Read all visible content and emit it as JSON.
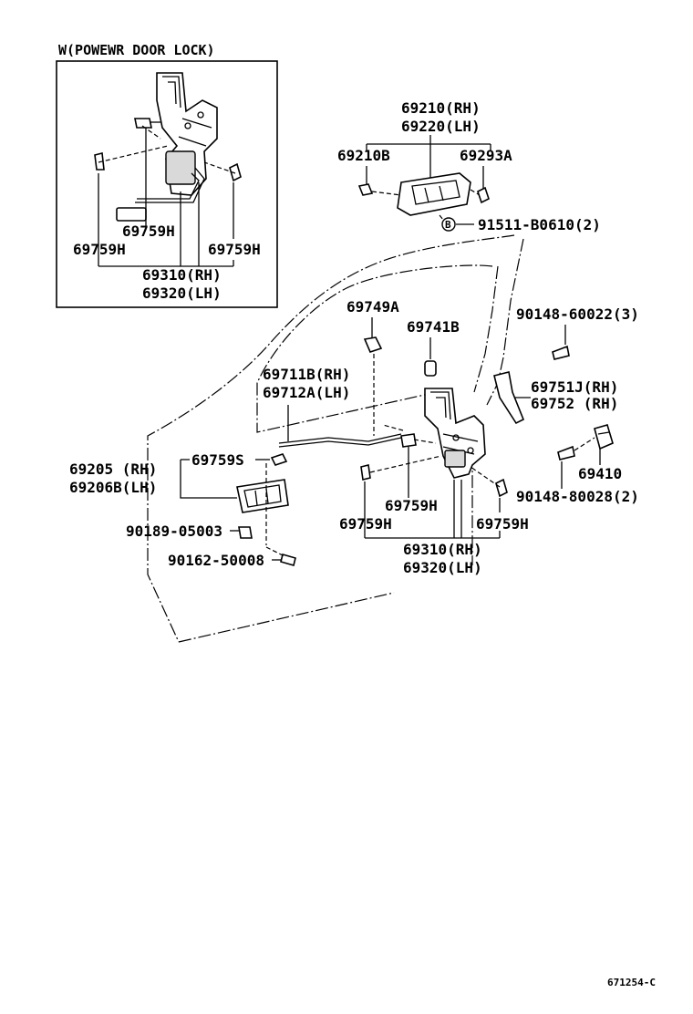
{
  "inset": {
    "title": "W(POWEWR DOOR LOCK)",
    "labels": {
      "h1": "69759H",
      "h2": "69759H",
      "h3": "69759H",
      "rh": "69310(RH)",
      "lh": "69320(LH)"
    }
  },
  "labels": {
    "inside_handle_rh": "69210(RH)",
    "inside_handle_lh": "69220(LH)",
    "p69210b": "69210B",
    "p69293a": "69293A",
    "bolt_mark": "B",
    "bolt": "91511-B0610(2)",
    "p69749a": "69749A",
    "p90148_60022": "90148-60022(3)",
    "p69741b": "69741B",
    "rod_rh": "69711B(RH)",
    "rod_lh": "69712A(LH)",
    "p69751j": "69751J(RH)",
    "p69752": "69752  (RH)",
    "outside_rh": "69205 (RH)",
    "outside_lh": "69206B(LH)",
    "p69759s": "69759S",
    "p69410": "69410",
    "p90148_80028": "90148-80028(2)",
    "p90189": "90189-05003",
    "p90162": "90162-50008",
    "h_mid": "69759H",
    "h_left": "69759H",
    "h_right": "69759H",
    "lock_rh": "69310(RH)",
    "lock_lh": "69320(LH)",
    "ref": "671254-C"
  }
}
